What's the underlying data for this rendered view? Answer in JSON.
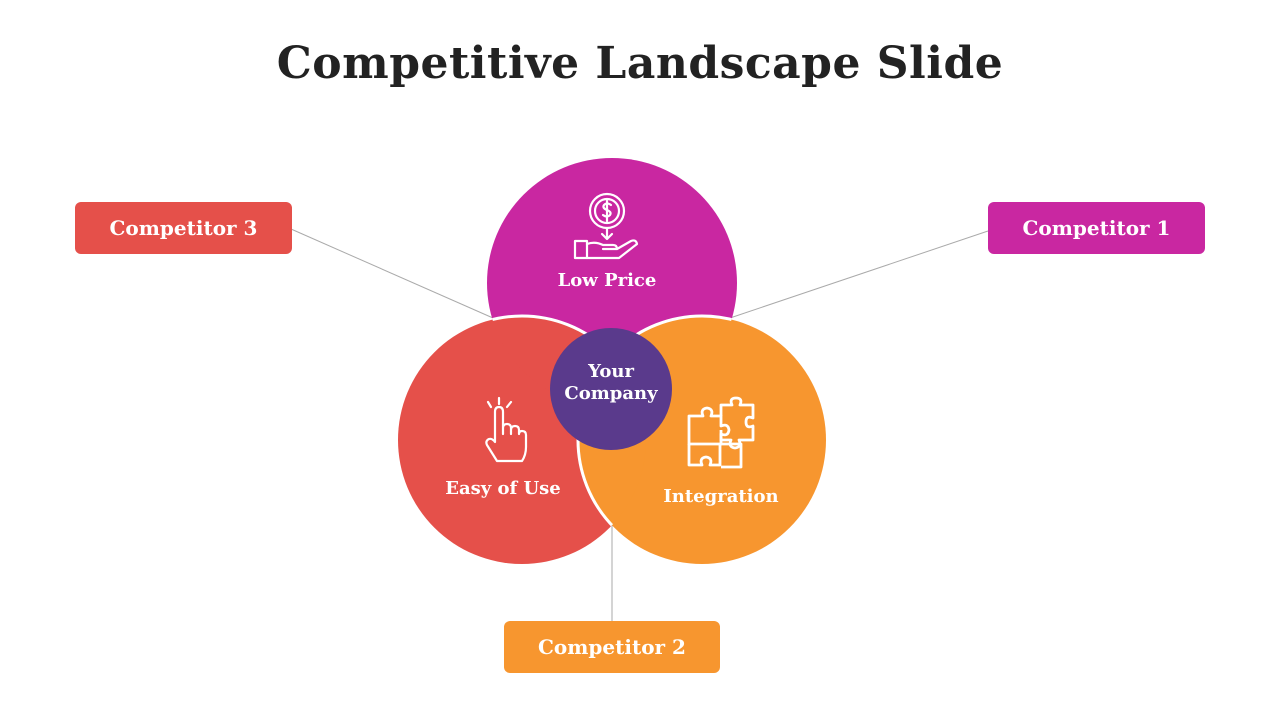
{
  "title": "Competitive Landscape Slide",
  "colors": {
    "magenta": "#C927A1",
    "red": "#E5504A",
    "orange": "#F7962F",
    "purple": "#5A3A8C",
    "title": "#222222",
    "connector": "#aaaaaa"
  },
  "circles": {
    "top": {
      "label": "Low Price",
      "icon": "dollar-hand-icon"
    },
    "left": {
      "label": "Easy of Use",
      "icon": "tap-hand-icon"
    },
    "right": {
      "label": "Integration",
      "icon": "puzzle-icon"
    },
    "center": {
      "line1": "Your",
      "line2": "Company"
    }
  },
  "competitors": {
    "c1": "Competitor 1",
    "c2": "Competitor 2",
    "c3": "Competitor 3"
  }
}
